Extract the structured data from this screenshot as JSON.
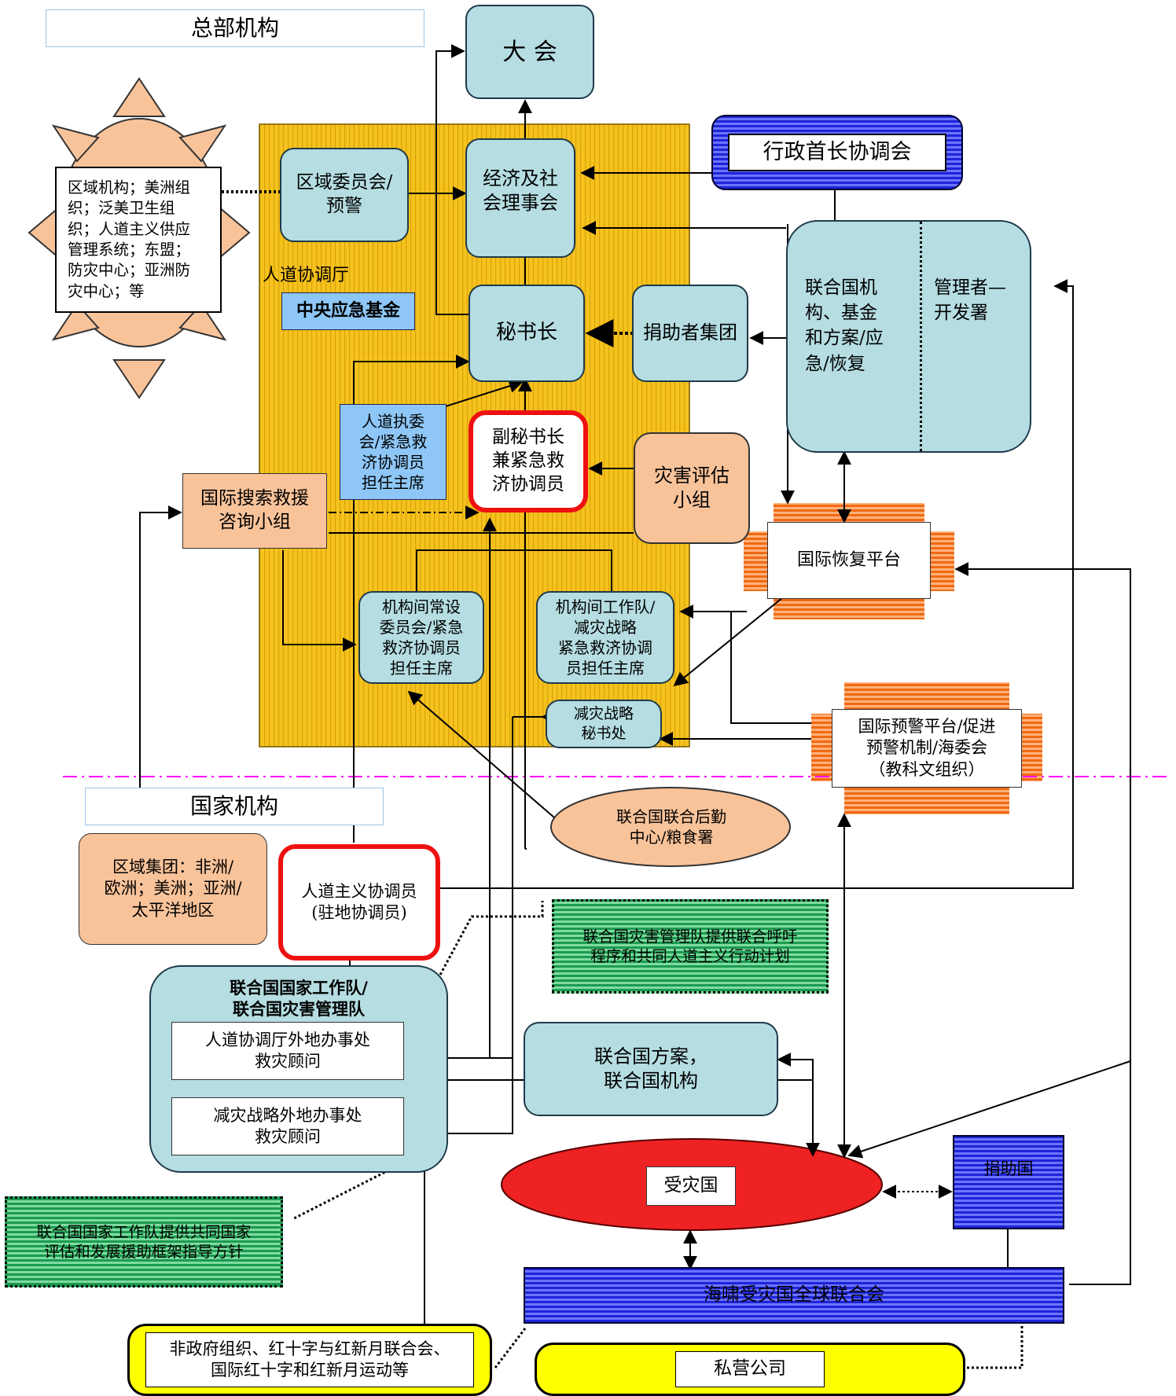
{
  "sections": {
    "headquarters": "总部机构",
    "national": "国家机构",
    "ocha": "人道协调厅"
  },
  "nodes": {
    "general_assembly": "大  会",
    "ecosoc": "经济及社\n会理事会",
    "regional_commissions": "区域委员会/\n预警",
    "cerf": "中央应急基金",
    "secretary_general": "秘书长",
    "donor_group": "捐助者集团",
    "ceb": "行政首长协调会",
    "un_agencies": "联合国机\n构、基金\n和方案/应\n急/恢复",
    "administrator_undp": "管理者—\n开发署",
    "echa": "人道执委\n会/紧急救\n济协调员\n担任主席",
    "usg_erc": "副秘书长\n兼紧急救\n济协调员",
    "undac": "灾害评估\n小组",
    "insarag": "国际搜索救援\n咨询小组",
    "irp": "国际恢复平台",
    "iasc": "机构间常设\n委员会/紧急\n救济协调员\n担任主席",
    "iatf": "机构间工作队/\n减灾战略\n紧急救济协调\n员担任主席",
    "isdr_secretariat": "减灾战略\n秘书处",
    "ppew": "国际预警平台/促进\n预警机制/海委会\n（教科文组织）",
    "regional_orgs": "区域机构；美洲组\n织；泛美卫生组\n织；人道主义供应\n管理系统；东盟；\n防灾中心；亚洲防\n灾中心；等",
    "logistics": "联合国联合后勤\n中心/粮食署",
    "regional_groups": "区域集团：非洲/\n欧洲；美洲；亚洲/\n太平洋地区",
    "resident_coordinator": "人道主义协调员\n(驻地协调员)",
    "undmt_appeal": "联合国灾害管理队提供联合呼吁\n程序和共同人道主义行动计划",
    "country_team": "联合国国家工作队/\n联合国灾害管理队",
    "ocha_field": "人道协调厅外地办事处\n救灾顾问",
    "isdr_field": "减灾战略外地办事处\n救灾顾问",
    "un_programmes": "联合国方案，\n联合国机构",
    "affected_country": "受灾国",
    "donor_countries": "捐助国",
    "undaf_note": "联合国国家工作队提供共同国家\n评估和发展援助框架指导方针",
    "global_alliance": "海啸受灾国全球联合会",
    "ngos": "非政府组织、红十字与红新月联合会、\n国际红十字和红新月运动等",
    "private_sector": "私营公司"
  },
  "colors": {
    "ocha_band": "#f6c21d",
    "teal": "#b5dde2",
    "peach": "#f9c39a",
    "red_border": "#ee1111",
    "affected_fill": "#ee2222",
    "divider": "#ff00ff",
    "blue_hatch": "#1d24d8",
    "green_hatch": "#1c9a52",
    "orange_hatch": "#ef6a14",
    "yellow": "#ffff00"
  }
}
